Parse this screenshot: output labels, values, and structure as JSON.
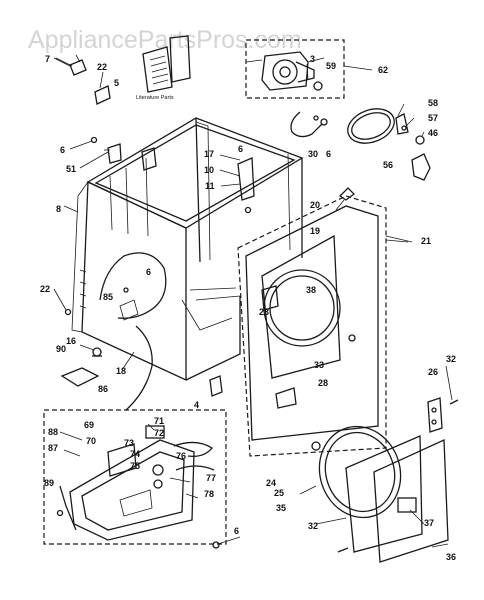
{
  "watermark": "AppliancePartsPros.com",
  "literature_label": "Literature Parts",
  "parts": [
    {
      "id": "p7",
      "label": "7"
    },
    {
      "id": "p22a",
      "label": "22"
    },
    {
      "id": "p5",
      "label": "5"
    },
    {
      "id": "p6a",
      "label": "6"
    },
    {
      "id": "p51",
      "label": "51"
    },
    {
      "id": "p8",
      "label": "8"
    },
    {
      "id": "p22b",
      "label": "22"
    },
    {
      "id": "p85",
      "label": "85"
    },
    {
      "id": "p6b",
      "label": "6"
    },
    {
      "id": "p16",
      "label": "16"
    },
    {
      "id": "p90",
      "label": "90"
    },
    {
      "id": "p18",
      "label": "18"
    },
    {
      "id": "p86",
      "label": "86"
    },
    {
      "id": "p17",
      "label": "17"
    },
    {
      "id": "p6c",
      "label": "6"
    },
    {
      "id": "p10",
      "label": "10"
    },
    {
      "id": "p11",
      "label": "11"
    },
    {
      "id": "p3",
      "label": "3"
    },
    {
      "id": "p59",
      "label": "59"
    },
    {
      "id": "p62",
      "label": "62"
    },
    {
      "id": "p30",
      "label": "30"
    },
    {
      "id": "p6d",
      "label": "6"
    },
    {
      "id": "p56",
      "label": "56"
    },
    {
      "id": "p58",
      "label": "58"
    },
    {
      "id": "p57",
      "label": "57"
    },
    {
      "id": "p46",
      "label": "46"
    },
    {
      "id": "p20",
      "label": "20"
    },
    {
      "id": "p19",
      "label": "19"
    },
    {
      "id": "p21",
      "label": "21"
    },
    {
      "id": "p38",
      "label": "38"
    },
    {
      "id": "p23",
      "label": "23"
    },
    {
      "id": "p33",
      "label": "33"
    },
    {
      "id": "p28a",
      "label": "28"
    },
    {
      "id": "p32a",
      "label": "32"
    },
    {
      "id": "p26",
      "label": "26"
    },
    {
      "id": "p4",
      "label": "4"
    },
    {
      "id": "p88",
      "label": "88"
    },
    {
      "id": "p69",
      "label": "69"
    },
    {
      "id": "p70",
      "label": "70"
    },
    {
      "id": "p71",
      "label": "71"
    },
    {
      "id": "p72",
      "label": "72"
    },
    {
      "id": "p73",
      "label": "73"
    },
    {
      "id": "p74",
      "label": "74"
    },
    {
      "id": "p75",
      "label": "75"
    },
    {
      "id": "p76",
      "label": "76"
    },
    {
      "id": "p77",
      "label": "77"
    },
    {
      "id": "p78",
      "label": "78"
    },
    {
      "id": "p87",
      "label": "87"
    },
    {
      "id": "p89",
      "label": "89"
    },
    {
      "id": "p6e",
      "label": "6"
    },
    {
      "id": "p24",
      "label": "24"
    },
    {
      "id": "p25",
      "label": "25"
    },
    {
      "id": "p35",
      "label": "35"
    },
    {
      "id": "p37",
      "label": "37"
    },
    {
      "id": "p32b",
      "label": "32"
    },
    {
      "id": "p36",
      "label": "36"
    }
  ]
}
